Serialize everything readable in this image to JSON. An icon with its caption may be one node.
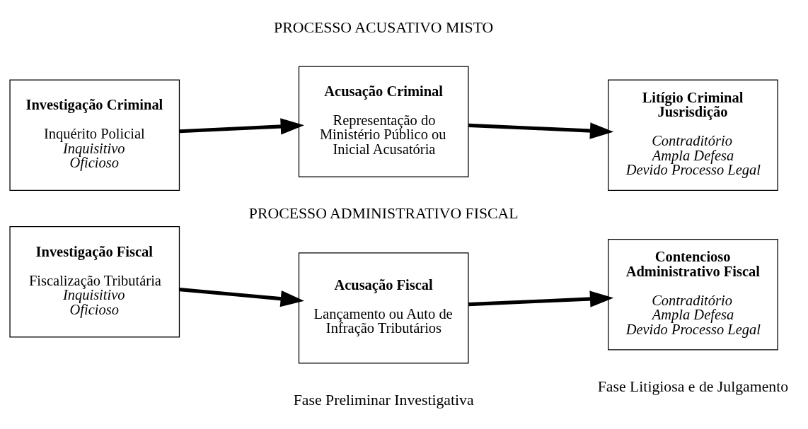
{
  "diagram": {
    "nodes": [
      {
        "text": [
          "Investigação Criminal",
          "Inquérito Policial",
          "Inquisitivo",
          "Oficioso"
        ]
      },
      {
        "text": [
          "Acusação Criminal",
          "Representação do Ministério Público ou Inicial Acusatória"
        ]
      },
      {
        "text": [
          "Litígio Criminal Jusrisdição",
          "Contraditório",
          "Ampla Defesa",
          "Devido Processo Legal"
        ]
      },
      {
        "text": [
          "Investigação Fiscal",
          "Fiscalização Tributária",
          "Inquisitivo",
          "Oficioso"
        ]
      },
      {
        "text": [
          "Acusação Fiscal",
          "Lançamento ou Auto de Infração Tributários"
        ]
      },
      {
        "text": [
          "Contencioso Administrativo Fiscal",
          "Contraditório",
          "Ampla Defesa",
          "Devido Processo Legal"
        ]
      }
    ],
    "edges": [
      {
        "from": 0,
        "to": 1,
        "arrow": "to"
      },
      {
        "from": 1,
        "to": 2,
        "arrow": "to"
      },
      {
        "from": 3,
        "to": 4,
        "arrow": "to"
      },
      {
        "from": 4,
        "to": 5,
        "arrow": "to"
      }
    ],
    "labels": [
      "PROCESSO ACUSATIVO MISTO",
      "PROCESSO ADMINISTRATIVO FISCAL",
      "Fase Preliminar Investigativa",
      "Fase Litigiosa e de Julgamento"
    ]
  }
}
